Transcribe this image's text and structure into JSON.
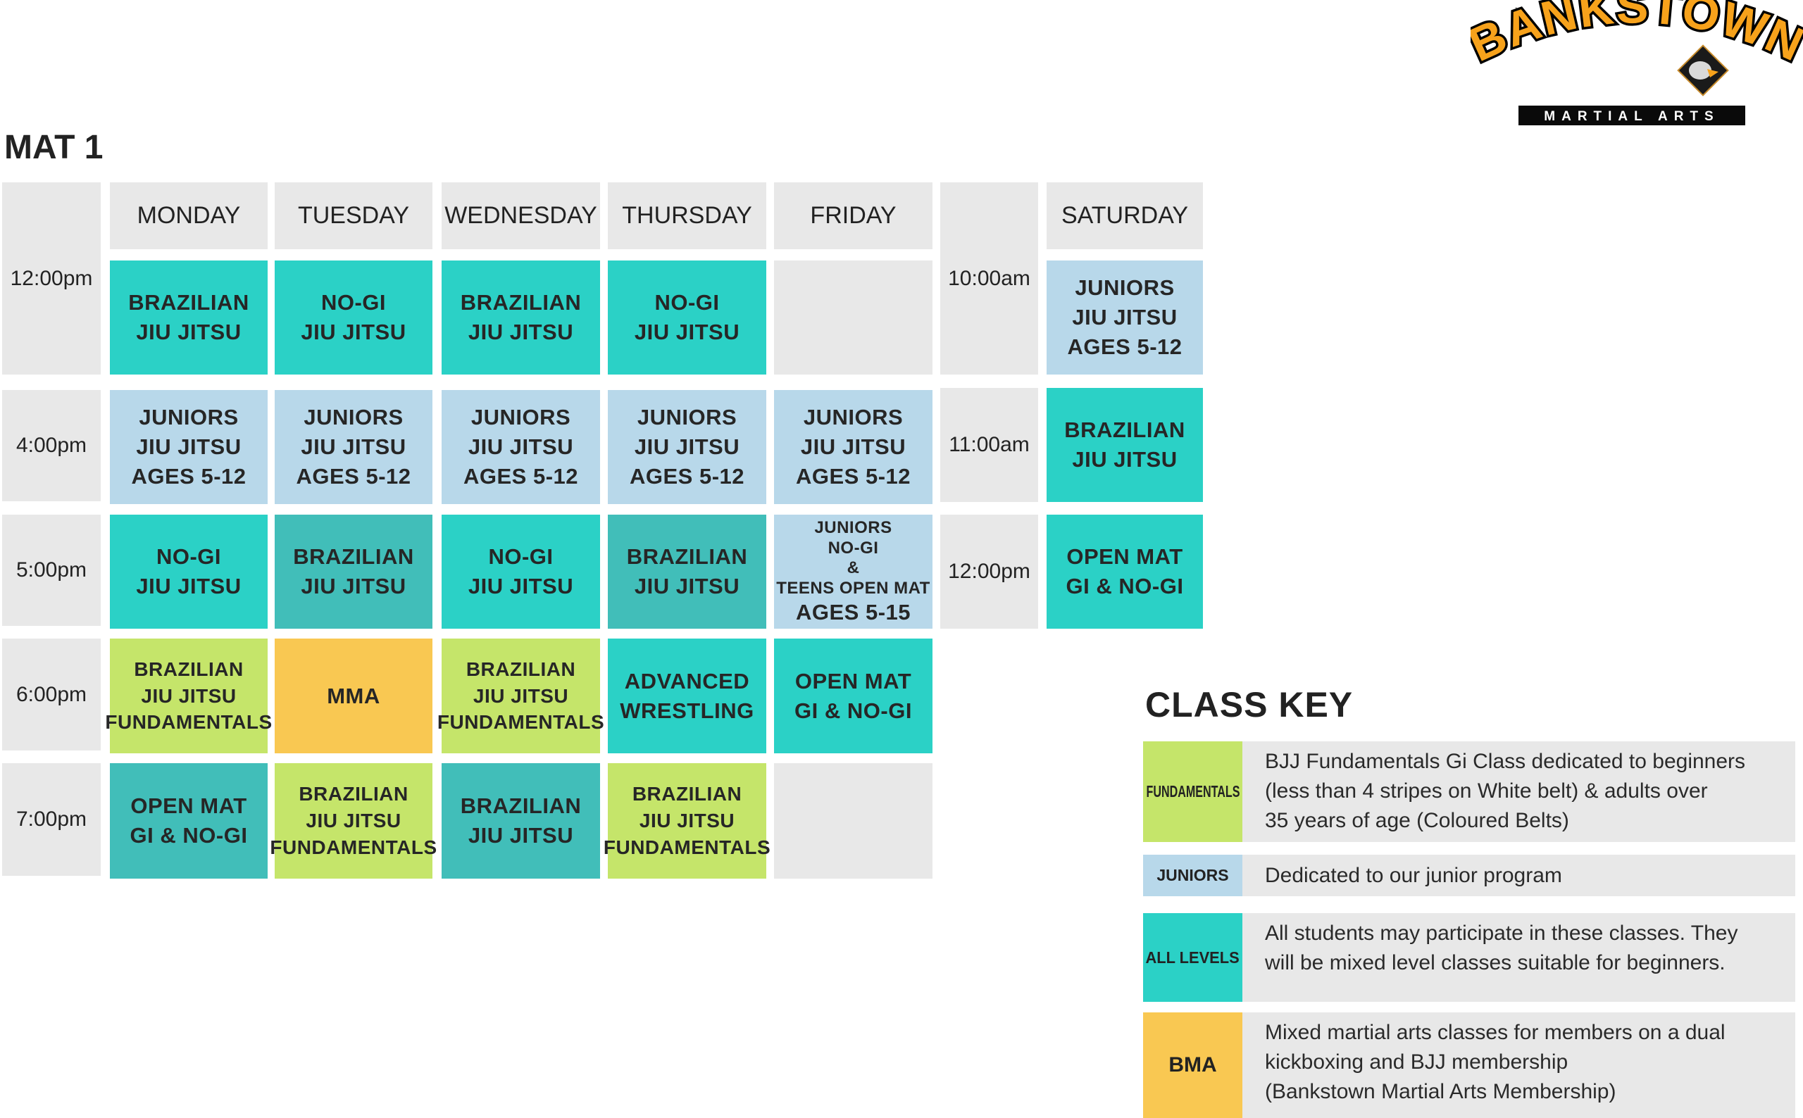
{
  "logo": {
    "brand": "BANKSTOWN",
    "sub": "MARTIAL ARTS"
  },
  "mat_title": "MAT 1",
  "days": [
    "MONDAY",
    "TUESDAY",
    "WEDNESDAY",
    "THURSDAY",
    "FRIDAY",
    "SATURDAY"
  ],
  "weekday_times": [
    "12:00pm",
    "4:00pm",
    "5:00pm",
    "6:00pm",
    "7:00pm"
  ],
  "saturday_times": [
    "10:00am",
    "11:00am",
    "12:00pm"
  ],
  "weekday_grid": [
    [
      {
        "type": "all",
        "lines": [
          "BRAZILIAN",
          "JIU JITSU"
        ]
      },
      {
        "type": "all",
        "lines": [
          "NO-GI",
          "JIU JITSU"
        ]
      },
      {
        "type": "all",
        "lines": [
          "BRAZILIAN",
          "JIU JITSU"
        ]
      },
      {
        "type": "all",
        "lines": [
          "NO-GI",
          "JIU JITSU"
        ]
      },
      {
        "type": "empty",
        "lines": []
      }
    ],
    [
      {
        "type": "jr",
        "lines": [
          "JUNIORS",
          "JIU JITSU",
          "AGES 5-12"
        ]
      },
      {
        "type": "jr",
        "lines": [
          "JUNIORS",
          "JIU JITSU",
          "AGES 5-12"
        ]
      },
      {
        "type": "jr",
        "lines": [
          "JUNIORS",
          "JIU JITSU",
          "AGES 5-12"
        ]
      },
      {
        "type": "jr",
        "lines": [
          "JUNIORS",
          "JIU JITSU",
          "AGES 5-12"
        ]
      },
      {
        "type": "jr",
        "lines": [
          "JUNIORS",
          "JIU JITSU",
          "AGES 5-12"
        ]
      }
    ],
    [
      {
        "type": "all",
        "lines": [
          "NO-GI",
          "JIU JITSU"
        ]
      },
      {
        "type": "dark",
        "lines": [
          "BRAZILIAN",
          "JIU JITSU"
        ]
      },
      {
        "type": "all",
        "lines": [
          "NO-GI",
          "JIU JITSU"
        ]
      },
      {
        "type": "dark",
        "lines": [
          "BRAZILIAN",
          "JIU JITSU"
        ]
      },
      {
        "type": "jr-small",
        "lines": [
          "JUNIORS",
          "NO-GI",
          "&",
          "TEENS OPEN MAT",
          "AGES 5-15"
        ]
      }
    ],
    [
      {
        "type": "fund",
        "lines": [
          "BRAZILIAN",
          "JIU JITSU",
          "FUNDAMENTALS"
        ]
      },
      {
        "type": "bma",
        "lines": [
          "MMA"
        ]
      },
      {
        "type": "fund",
        "lines": [
          "BRAZILIAN",
          "JIU JITSU",
          "FUNDAMENTALS"
        ]
      },
      {
        "type": "all",
        "lines": [
          "ADVANCED",
          "WRESTLING"
        ]
      },
      {
        "type": "all",
        "lines": [
          "OPEN MAT",
          "GI & NO-GI"
        ]
      }
    ],
    [
      {
        "type": "dark",
        "lines": [
          "OPEN MAT",
          "GI & NO-GI"
        ]
      },
      {
        "type": "fund",
        "lines": [
          "BRAZILIAN",
          "JIU JITSU",
          "FUNDAMENTALS"
        ]
      },
      {
        "type": "dark",
        "lines": [
          "BRAZILIAN",
          "JIU JITSU"
        ]
      },
      {
        "type": "fund",
        "lines": [
          "BRAZILIAN",
          "JIU JITSU",
          "FUNDAMENTALS"
        ]
      },
      {
        "type": "empty",
        "lines": []
      }
    ]
  ],
  "saturday_grid": [
    {
      "type": "jr",
      "lines": [
        "JUNIORS",
        "JIU JITSU",
        "AGES 5-12"
      ]
    },
    {
      "type": "all",
      "lines": [
        "BRAZILIAN",
        "JIU JITSU"
      ]
    },
    {
      "type": "all",
      "lines": [
        "OPEN MAT",
        "GI & NO-GI"
      ]
    }
  ],
  "class_key": {
    "title": "CLASS KEY",
    "items": [
      {
        "type": "fund",
        "label": "FUNDAMENTALS",
        "lines": [
          "BJJ Fundamentals Gi Class dedicated to beginners",
          "(less than 4 stripes on White belt) & adults over",
          "35 years of age (Coloured Belts)"
        ]
      },
      {
        "type": "jr",
        "label": "JUNIORS",
        "lines": [
          "Dedicated to our junior program"
        ]
      },
      {
        "type": "all",
        "label": "ALL LEVELS",
        "lines": [
          "All students may participate in these classes. They",
          "will be mixed level classes suitable for beginners."
        ]
      },
      {
        "type": "bma",
        "label": "BMA",
        "lines": [
          "Mixed martial arts classes for members on a dual",
          "kickboxing and BJJ membership",
          "(Bankstown Martial Arts Membership)"
        ]
      }
    ]
  },
  "colors": {
    "all": "#2bd1c6",
    "dark": "#41beb9",
    "jr": "#b8d8ea",
    "fund": "#c5e56a",
    "bma": "#f9c852",
    "gray": "#e8e8e8",
    "logo_orange": "#f7a21b"
  }
}
